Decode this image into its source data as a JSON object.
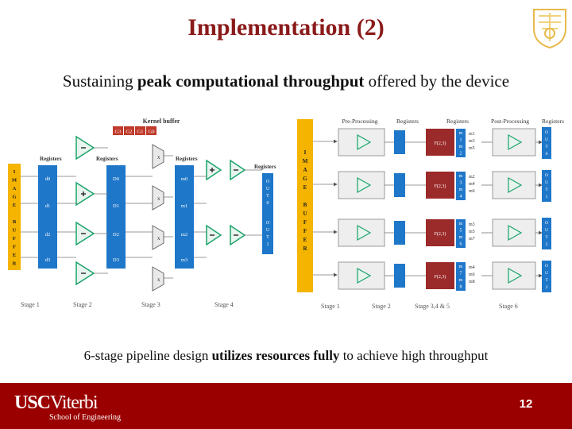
{
  "slide": {
    "title": "Implementation (2)",
    "subtitle_prefix": "Sustaining ",
    "subtitle_bold": "peak computational throughput",
    "subtitle_suffix": " offered by the device",
    "caption_prefix": "6-stage pipeline design ",
    "caption_bold": "utilizes resources fully",
    "caption_suffix": " to achieve high throughput",
    "page_number": "12"
  },
  "footer": {
    "logo_usc": "USC",
    "logo_viterbi": "Viterbi",
    "logo_sub": "School of Engineering"
  },
  "left_diagram": {
    "kernel_buffer": "Kernel buffer",
    "kernel_cells": [
      "G3",
      "G2",
      "G1",
      "G0"
    ],
    "image_buffer": [
      "I",
      "M",
      "A",
      "G",
      "E",
      "",
      "B",
      "U",
      "F",
      "F",
      "E",
      "R"
    ],
    "registers": "Registers",
    "d_regs": [
      "d0",
      "d1",
      "d2",
      "d3"
    ],
    "D_regs": [
      "D0",
      "D1",
      "D2",
      "D3"
    ],
    "m_regs": [
      "m0",
      "m1",
      "m2",
      "m3"
    ],
    "out0": [
      "O",
      "U",
      "T",
      "0"
    ],
    "out1": [
      "O",
      "U",
      "T",
      "1"
    ],
    "stages": [
      "Stage 1",
      "Stage 2",
      "Stage 3",
      "Stage 4"
    ]
  },
  "right_diagram": {
    "image_buffer": [
      "I",
      "M",
      "A",
      "G",
      "E",
      "",
      "B",
      "U",
      "F",
      "F",
      "E",
      "R"
    ],
    "pre_processing": "Pre-Processing",
    "registers": "Registers",
    "post_processing": "Post-Processing",
    "f_label": "F(2,3)",
    "m_col": [
      [
        "m",
        "1",
        "m",
        "2"
      ],
      [
        "m",
        "3",
        "m",
        "4"
      ],
      [
        "m",
        "5",
        "m",
        "6"
      ],
      [
        "m",
        "7",
        "m",
        "8"
      ]
    ],
    "m_groups": [
      [
        "m1",
        "m3",
        "m5"
      ],
      [
        "m2",
        "m4",
        "m6"
      ],
      [
        "m3",
        "m5",
        "m7"
      ],
      [
        "m4",
        "m6",
        "m8"
      ]
    ],
    "outs": [
      [
        "O",
        "U",
        "T",
        "0"
      ],
      [
        "O",
        "U",
        "T",
        "1"
      ],
      [
        "O",
        "U",
        "T",
        "2"
      ],
      [
        "O",
        "U",
        "T",
        "3"
      ]
    ],
    "stages": [
      "Stage 1",
      "Stage 2",
      "Stage 3,4 & 5",
      "Stage 6"
    ]
  }
}
